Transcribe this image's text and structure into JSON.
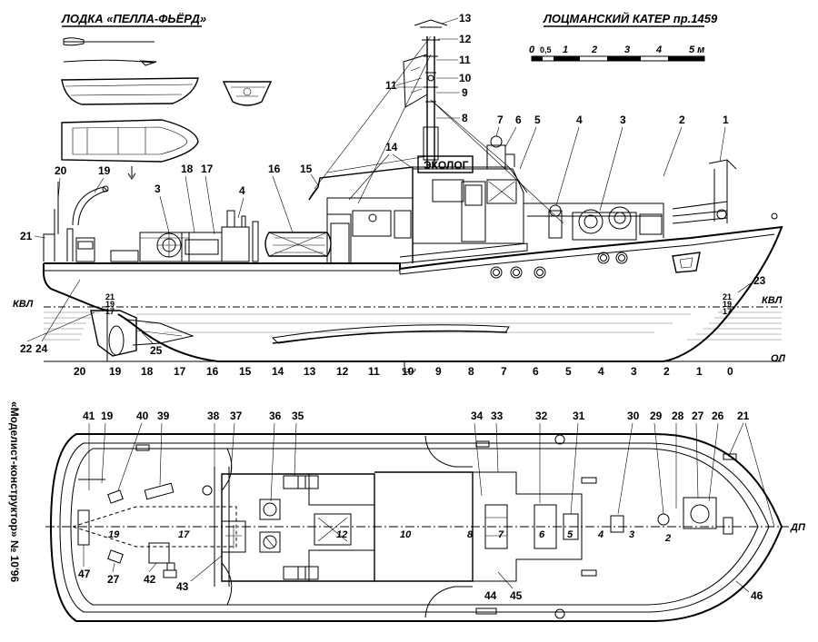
{
  "titles": {
    "boat": "ЛОДКА «ПЕЛЛА-ФЬЁРД»",
    "cutter": "ЛОЦМАНСКИЙ КАТЕР пр.1459",
    "source": "«Моделист-конструктор» № 10'96",
    "name_plate": "ЭКОЛОГ"
  },
  "scale": {
    "labels": [
      "0",
      "0,5",
      "1",
      "2",
      "3",
      "4",
      "5 м"
    ]
  },
  "waterline_labels": {
    "kvl_left": "КВЛ",
    "kvl_right": "КВЛ",
    "ol": "ОЛ",
    "dp": "ДП"
  },
  "draft_marks": {
    "left": [
      "21",
      "19",
      "17"
    ],
    "right": [
      "21",
      "19",
      "17"
    ]
  },
  "stations": [
    "20",
    "19",
    "18",
    "17",
    "16",
    "15",
    "14",
    "13",
    "12",
    "11",
    "10",
    "9",
    "8",
    "7",
    "6",
    "5",
    "4",
    "3",
    "2",
    "1",
    "0"
  ],
  "side_callouts": [
    "1",
    "2",
    "3",
    "4",
    "5",
    "6",
    "7",
    "8",
    "9",
    "10",
    "11",
    "11",
    "12",
    "13",
    "14",
    "15",
    "16",
    "17",
    "18",
    "3",
    "4",
    "19",
    "20",
    "21",
    "22",
    "24",
    "23",
    "25"
  ],
  "plan_callouts": [
    "41",
    "19",
    "40",
    "39",
    "38",
    "37",
    "36",
    "35",
    "34",
    "33",
    "32",
    "31",
    "30",
    "29",
    "28",
    "27",
    "26",
    "21",
    "47",
    "27",
    "42",
    "43",
    "44",
    "45",
    "46"
  ],
  "plan_station_marks": [
    "19",
    "17",
    "12",
    "10",
    "8",
    "7",
    "6",
    "5",
    "4",
    "3",
    "2"
  ]
}
